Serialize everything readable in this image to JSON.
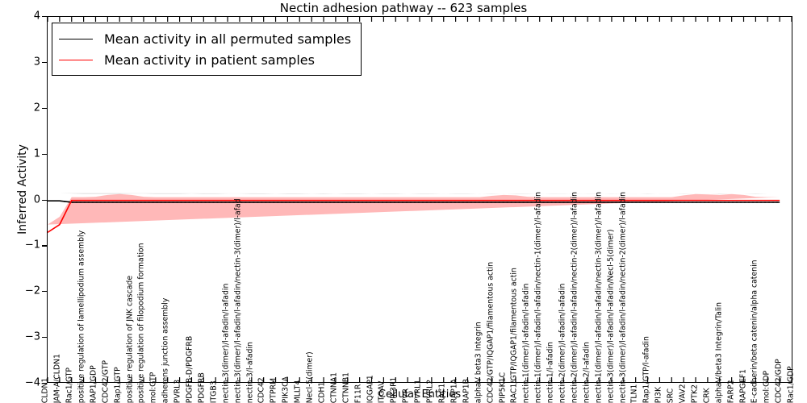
{
  "chart_data": {
    "type": "line",
    "title": "Nectin adhesion pathway -- 623 samples",
    "xlabel": "Cellular Entities",
    "ylabel": "Inferred Activity",
    "ylim": [
      -4,
      4
    ],
    "yticks": [
      -4,
      -3,
      -2,
      -1,
      0,
      1,
      2,
      3,
      4
    ],
    "grid": false,
    "legend_position": "upper left",
    "legend": [
      {
        "name": "Mean activity in all permuted samples",
        "color": "#000000"
      },
      {
        "name": "Mean activity in patient samples",
        "color": "#ff0000"
      }
    ],
    "categories": [
      "CLDN1",
      "JAM-A/CLDN1",
      "Rac1/GTP",
      "positive regulation of lamellipodium assembly",
      "RAP1/GDP",
      "CDC42/GTP",
      "Rap1/GTP",
      "positive regulation of JNK cascade",
      "positive regulation of filopodium formation",
      "mol:GTP",
      "adherens junction assembly",
      "PVRL3",
      "PDGFB-D/PDGFRB",
      "PDGFRB",
      "ITGB3",
      "nectin-3(dimer)/l-afadin/l-afadin",
      "nectin-3(dimer)/l-afadin/l-afadin/nectin-3(dimer)/l-afad",
      "nectin-3/l-afadin",
      "CDC42",
      "PTPRM",
      "PIK3CA",
      "MLLT4",
      "Necl-5(dimer)",
      "CDH1",
      "CTNNA1",
      "CTNNB1",
      "F11R",
      "IQGAP1",
      "ITGAV",
      "PIK3R1",
      "PVR",
      "PVRL1",
      "PVRL2",
      "RAC1",
      "RAP1A",
      "RAP1B",
      "alphaV beta3 Integrin",
      "CDC42/GTP/IQGAP1/filamentous actin",
      "PIP5K1C",
      "RAC1/GTP/IQGAP1/filamentous actin",
      "nectin-1(dimer)/l-afadin/l-afadin",
      "nectin-1(dimer)/l-afadin/l-afadin/nectin-1(dimer)/l-afadin",
      "nectin-1/l-afadin",
      "nectin-2(dimer)/l-afadin/l-afadin",
      "nectin-2(dimer)/l-afadin/l-afadin/nectin-2(dimer)/l-afadin",
      "nectin-2/l-afadin",
      "nectin-1(dimer)/l-afadin/l-afadin/nectin-3(dimer)/l-afadin",
      "nectin-3(dimer)/l-afadin/l-afadin/Necl-5(dimer)",
      "nectin-3(dimer)/l-afadin/l-afadin/nectin-2(dimer)/l-afadin",
      "TLN1",
      "Rap1/GTP/l-afadin",
      "PI3K",
      "SRC",
      "VAV2",
      "PTK2",
      "CRK",
      "alphaV/beta3 Integrin/Talin",
      "FARP2",
      "RAPGEF1",
      "E-cadherin/beta catenin/alpha catenin",
      "mol:GDP",
      "CDC42/GDP",
      "Rac1/GDP"
    ],
    "series": [
      {
        "name": "Mean activity in all permuted samples",
        "color": "#000000",
        "style": "solid",
        "values": [
          -0.03,
          -0.03,
          -0.06,
          -0.06,
          -0.06,
          -0.06,
          -0.06,
          -0.06,
          -0.06,
          -0.06,
          -0.06,
          -0.06,
          -0.06,
          -0.06,
          -0.06,
          -0.06,
          -0.06,
          -0.06,
          -0.06,
          -0.06,
          -0.06,
          -0.06,
          -0.06,
          -0.06,
          -0.06,
          -0.06,
          -0.06,
          -0.06,
          -0.06,
          -0.06,
          -0.06,
          -0.06,
          -0.06,
          -0.06,
          -0.06,
          -0.06,
          -0.06,
          -0.06,
          -0.06,
          -0.06,
          -0.06,
          -0.06,
          -0.06,
          -0.06,
          -0.06,
          -0.06,
          -0.06,
          -0.06,
          -0.06,
          -0.06,
          -0.06,
          -0.06,
          -0.06,
          -0.06,
          -0.06,
          -0.06,
          -0.06,
          -0.06,
          -0.06,
          -0.06,
          -0.06,
          -0.06
        ],
        "band_upper": [
          0.14,
          0.14,
          0.13,
          0.12,
          0.12,
          0.12,
          0.12,
          0.13,
          0.13,
          0.12,
          0.12,
          0.12,
          0.13,
          0.12,
          0.12,
          0.13,
          0.13,
          0.12,
          0.12,
          0.13,
          0.12,
          0.12,
          0.13,
          0.12,
          0.13,
          0.12,
          0.12,
          0.13,
          0.12,
          0.12,
          0.13,
          0.12,
          0.12,
          0.13,
          0.12,
          0.12,
          0.13,
          0.12,
          0.13,
          0.12,
          0.12,
          0.13,
          0.12,
          0.12,
          0.13,
          0.12,
          0.12,
          0.13,
          0.12,
          0.12,
          0.13,
          0.12,
          0.12,
          0.13,
          0.12,
          0.12,
          0.13,
          0.12,
          0.12,
          0.13,
          0.12,
          0.12
        ],
        "band_lower": [
          -0.22,
          -0.22,
          -0.24,
          -0.25,
          -0.25,
          -0.24,
          -0.25,
          -0.26,
          -0.26,
          -0.25,
          -0.24,
          -0.25,
          -0.26,
          -0.25,
          -0.24,
          -0.26,
          -0.26,
          -0.25,
          -0.24,
          -0.26,
          -0.25,
          -0.24,
          -0.26,
          -0.25,
          -0.26,
          -0.25,
          -0.24,
          -0.26,
          -0.25,
          -0.24,
          -0.26,
          -0.25,
          -0.24,
          -0.26,
          -0.25,
          -0.24,
          -0.26,
          -0.25,
          -0.26,
          -0.25,
          -0.24,
          -0.26,
          -0.25,
          -0.24,
          -0.26,
          -0.25,
          -0.24,
          -0.26,
          -0.25,
          -0.24,
          -0.26,
          -0.25,
          -0.24,
          -0.26,
          -0.25,
          -0.24,
          -0.26,
          -0.25,
          -0.24,
          -0.26,
          -0.25,
          -0.25
        ]
      },
      {
        "name": "Mean activity in patient samples",
        "color": "#ff0000",
        "style": "solid",
        "values": [
          -0.72,
          -0.55,
          -0.02,
          -0.02,
          -0.02,
          -0.02,
          -0.02,
          -0.02,
          -0.02,
          -0.02,
          -0.02,
          -0.02,
          -0.02,
          -0.02,
          -0.02,
          -0.02,
          -0.02,
          -0.02,
          -0.02,
          -0.02,
          -0.02,
          -0.02,
          -0.02,
          -0.02,
          -0.02,
          -0.02,
          -0.02,
          -0.02,
          -0.02,
          -0.02,
          -0.02,
          -0.02,
          -0.02,
          -0.02,
          -0.02,
          -0.02,
          -0.02,
          -0.02,
          -0.02,
          -0.02,
          -0.02,
          -0.02,
          -0.02,
          -0.02,
          -0.02,
          -0.02,
          -0.02,
          -0.02,
          -0.02,
          -0.02,
          -0.02,
          -0.02,
          -0.02,
          -0.02,
          -0.02,
          -0.02,
          -0.02,
          -0.02,
          -0.02,
          -0.02,
          -0.02,
          -0.02
        ],
        "band_upper": [
          -0.55,
          -0.38,
          0.05,
          0.05,
          0.06,
          0.1,
          0.12,
          0.1,
          0.06,
          0.05,
          0.05,
          0.05,
          0.05,
          0.05,
          0.05,
          0.05,
          0.05,
          0.05,
          0.05,
          0.05,
          0.05,
          0.05,
          0.05,
          0.05,
          0.05,
          0.05,
          0.05,
          0.05,
          0.05,
          0.05,
          0.05,
          0.05,
          0.05,
          0.05,
          0.05,
          0.05,
          0.05,
          0.08,
          0.1,
          0.09,
          0.06,
          0.05,
          0.05,
          0.05,
          0.05,
          0.05,
          0.05,
          0.05,
          0.05,
          0.05,
          0.05,
          0.05,
          0.05,
          0.09,
          0.12,
          0.11,
          0.1,
          0.12,
          0.1,
          0.06,
          0.05,
          0.05
        ],
        "band_lower": [
          -0.92,
          -0.72,
          -0.09,
          -0.09,
          -0.1,
          -0.14,
          -0.16,
          -0.14,
          -0.1,
          -0.09,
          -0.09,
          -0.09,
          -0.09,
          -0.09,
          -0.09,
          -0.09,
          -0.09,
          -0.09,
          -0.09,
          -0.09,
          -0.09,
          -0.09,
          -0.09,
          -0.09,
          -0.09,
          -0.09,
          -0.09,
          -0.09,
          -0.09,
          -0.09,
          -0.09,
          -0.09,
          -0.09,
          -0.09,
          -0.09,
          -0.09,
          -0.09,
          -0.12,
          -0.14,
          -0.13,
          -0.1,
          -0.09,
          -0.09,
          -0.09,
          -0.09,
          -0.09,
          -0.09,
          -0.09,
          -0.09,
          -0.09,
          -0.09,
          -0.09,
          -0.09,
          -0.13,
          -0.16,
          -0.15,
          -0.14,
          -0.16,
          -0.14,
          -0.1,
          -0.09,
          -0.09
        ]
      }
    ]
  }
}
